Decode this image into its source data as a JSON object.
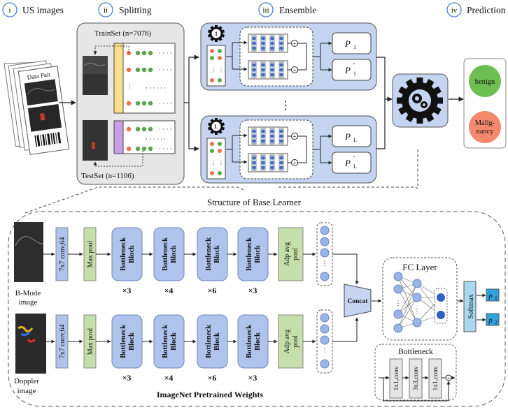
{
  "stages": {
    "s1": {
      "num": "i",
      "label": "US images"
    },
    "s2": {
      "num": "ii",
      "label": "Splitting"
    },
    "s3": {
      "num": "iii",
      "label": "Ensemble"
    },
    "s4": {
      "num": "iv",
      "label": "Prediction"
    }
  },
  "data_pair": "Data Pair",
  "trainset": "TrainSet (n=7076)",
  "testset": "TestSet (n=1106)",
  "learners": {
    "l1_badge": "1",
    "lL_badge": "L",
    "p1": "P",
    "p1_sub": "1",
    "p1p": "P",
    "p1p_sub": "1",
    "pL": "P",
    "pL_sub": "L",
    "pLp": "P",
    "pLp_sub": "L",
    "prime": "′",
    "ellipsis": "⋮"
  },
  "prediction": {
    "benign": "benign",
    "malig_1": "Malig-",
    "malig_2": "nancy"
  },
  "base_learner": {
    "title": "Structure of Base Learner",
    "bmode_1": "B-Mode",
    "bmode_2": "image",
    "doppler_1": "Doppler",
    "doppler_2": "image",
    "conv": "7x7 conv,64",
    "maxpool": "Max pool",
    "bn_1": "Bottleneck",
    "bn_2": "Block",
    "mult": [
      "×3",
      "×4",
      "×6",
      "×3"
    ],
    "adp_1": "Adp avg",
    "adp_2": "pool",
    "concat": "Concat",
    "fc_layer": "FC Layer",
    "softmax": "Softmax",
    "p1": "p",
    "p1_sub": "1",
    "p2": "p",
    "p2_sub": "2",
    "bottleneck_title": "Bottleneck",
    "bconv": [
      "1x1,conv",
      "3x3,conv",
      "1x1,conv"
    ],
    "imagenet": "ImageNet Pretrained Weights"
  },
  "colors": {
    "blue_block": "#aec4ec",
    "green_block": "#c4dfa9",
    "panel_blue": "#c5d5f1",
    "gray_panel": "#e7e7e7",
    "yellow_bar": "#ffe08a",
    "purple_bar": "#c89fe6",
    "dot_red": "#f07048",
    "dot_green": "#58a84a",
    "node_blue": "#9ab4e6",
    "benign": "#6dbf52",
    "malignancy": "#f48a6d",
    "softmax": "#a9d9ef",
    "p_box": "#2ea3de"
  }
}
